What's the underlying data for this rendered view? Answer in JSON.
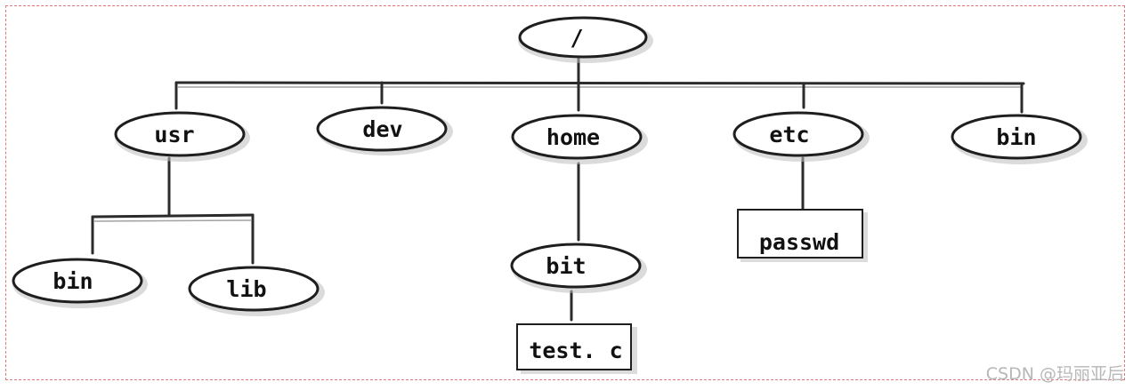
{
  "tree": {
    "root": "/",
    "dirs": {
      "usr": "usr",
      "dev": "dev",
      "home": "home",
      "etc": "etc",
      "bin": "bin",
      "usr_bin": "bin",
      "usr_lib": "lib",
      "home_bit": "bit"
    },
    "files": {
      "passwd": "passwd",
      "test_c": "test. c"
    }
  },
  "watermark": "CSDN @玛丽亚后"
}
